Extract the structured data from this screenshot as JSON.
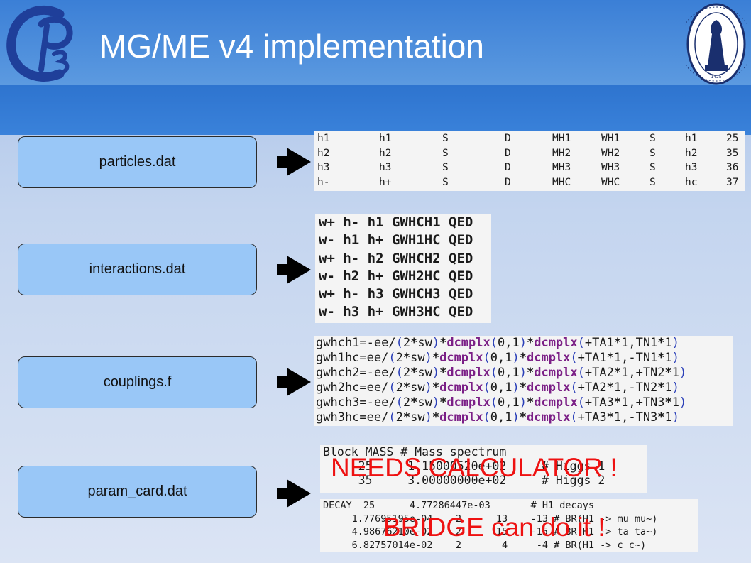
{
  "header": {
    "title": "MG/ME v4 implementation"
  },
  "logos": {
    "left": "cp3-logo",
    "right": "universitas-catholica-lovaniensis-seal"
  },
  "files": [
    {
      "label": "particles.dat"
    },
    {
      "label": "interactions.dat"
    },
    {
      "label": "couplings.f"
    },
    {
      "label": "param_card.dat"
    }
  ],
  "particles": {
    "rows": [
      [
        "h1",
        "h1",
        "S",
        "D",
        "MH1",
        "WH1",
        "S",
        "h1",
        "25"
      ],
      [
        "h2",
        "h2",
        "S",
        "D",
        "MH2",
        "WH2",
        "S",
        "h2",
        "35"
      ],
      [
        "h3",
        "h3",
        "S",
        "D",
        "MH3",
        "WH3",
        "S",
        "h3",
        "36"
      ],
      [
        "h-",
        "h+",
        "S",
        "D",
        "MHC",
        "WHC",
        "S",
        "hc",
        "37"
      ]
    ]
  },
  "interactions": {
    "rows": [
      "w+ h- h1 GWHCH1 QED",
      "w- h1 h+ GWH1HC QED",
      "w+ h- h2 GWHCH2 QED",
      "w- h2 h+ GWH2HC QED",
      "w+ h- h3 GWHCH3 QED",
      "w- h3 h+ GWH3HC QED"
    ]
  },
  "couplings": {
    "rows": [
      {
        "lhs": "gwhch1=-ee/",
        "s1": "+TA1",
        "s2": ",TN1"
      },
      {
        "lhs": "gwh1hc=ee/",
        "s1": "+TA1",
        "s2": ",-TN1"
      },
      {
        "lhs": "gwhch2=-ee/",
        "s1": "+TA2",
        "s2": ",+TN2"
      },
      {
        "lhs": "gwh2hc=ee/",
        "s1": "+TA2",
        "s2": ",-TN2"
      },
      {
        "lhs": "gwhch3=-ee/",
        "s1": "+TA3",
        "s2": ",+TN3"
      },
      {
        "lhs": "gwh3hc=ee/",
        "s1": "+TA3",
        "s2": ",-TN3"
      }
    ]
  },
  "mass_block": {
    "lines": [
      "Block MASS # Mass spectrum",
      "     25     1.15000520e+02     # Higgs 1",
      "     35     3.00000000e+02     # Higgs 2"
    ]
  },
  "decay_block": {
    "lines": [
      "DECAY  25      4.77286447e-03       # H1 decays",
      "     1.77695195e-04    2      13    -13 # BR(H1 -> mu mu~)",
      "     4.98676210e-02    2      15    -15 # BR(H1 -> ta ta~)",
      "     6.82757014e-02    2       4     -4 # BR(H1 -> c c~)"
    ]
  },
  "annotations": {
    "needs_calculator": "NEEDS CALCULATOR !",
    "bridge": "BRIDGE can do it !"
  },
  "colors": {
    "header_blue": "#3b7fd6",
    "box_fill": "#99c7f7",
    "annotation_red": "#ee1111",
    "keyword_purple": "#7b1f86",
    "paren_blue": "#2a3fb8"
  }
}
